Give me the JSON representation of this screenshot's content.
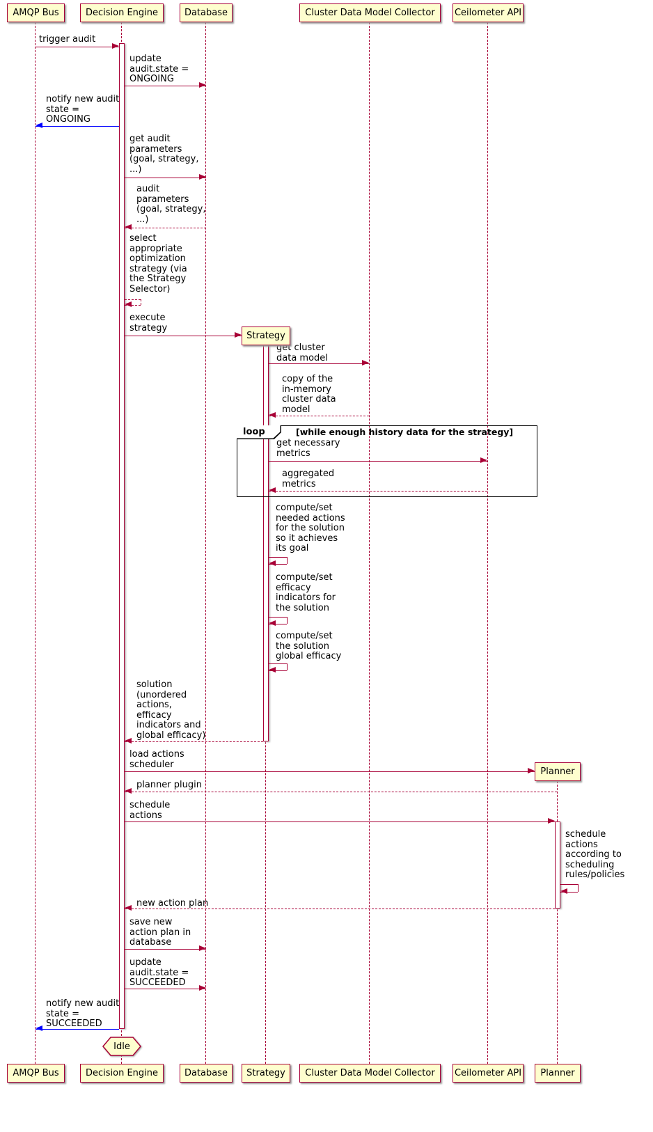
{
  "participants": {
    "top": [
      "AMQP Bus",
      "Decision Engine",
      "Database",
      "Cluster Data Model Collector",
      "Ceilometer API"
    ],
    "created": {
      "strategy": "Strategy",
      "planner": "Planner"
    },
    "bottom": [
      "AMQP Bus",
      "Decision Engine",
      "Database",
      "Strategy",
      "Cluster Data Model Collector",
      "Ceilometer API",
      "Planner"
    ]
  },
  "messages": {
    "trigger_audit": "trigger audit",
    "update_state_ongoing": "update\naudit.state =\nONGOING",
    "notify_ongoing": "notify new audit\nstate =\nONGOING",
    "get_audit_params": "get audit\nparameters\n(goal, strategy,\n...)",
    "audit_params_return": "audit\nparameters\n(goal, strategy,\n...)",
    "select_strategy": "select\nappropriate\noptimization\nstrategy (via\nthe Strategy\nSelector)",
    "execute_strategy": "execute\nstrategy",
    "get_cluster_model": "get cluster\ndata model",
    "cluster_model_return": "copy of the\nin-memory\ncluster data\nmodel",
    "get_metrics": "get necessary\nmetrics",
    "metrics_return": "aggregated\nmetrics",
    "compute_actions": "compute/set\nneeded actions\nfor the solution\nso it achieves\nits goal",
    "compute_efficacy": "compute/set\nefficacy\nindicators for\nthe solution",
    "compute_global": "compute/set\nthe solution\nglobal efficacy",
    "solution_return": "solution\n(unordered\nactions,\nefficacy\nindicators and\nglobal efficacy)",
    "load_scheduler": "load actions\nscheduler",
    "planner_plugin_return": "planner plugin",
    "schedule_actions": "schedule\nactions",
    "schedule_self": "schedule\nactions\naccording to\nscheduling\nrules/policies",
    "new_action_plan": "new action plan",
    "save_action_plan": "save new\naction plan in\ndatabase",
    "update_state_succeeded": "update\naudit.state =\nSUCCEEDED",
    "notify_succeeded": "notify new audit\nstate =\nSUCCEEDED"
  },
  "loop": {
    "keyword": "loop",
    "condition": "[while enough history data for the strategy]"
  },
  "end_state": "Idle",
  "colors": {
    "participant_fill": "#FEFECE",
    "border": "#A80036",
    "arrow": "#A80036",
    "notify_arrow": "#0000FF",
    "frame_border": "#000000"
  }
}
